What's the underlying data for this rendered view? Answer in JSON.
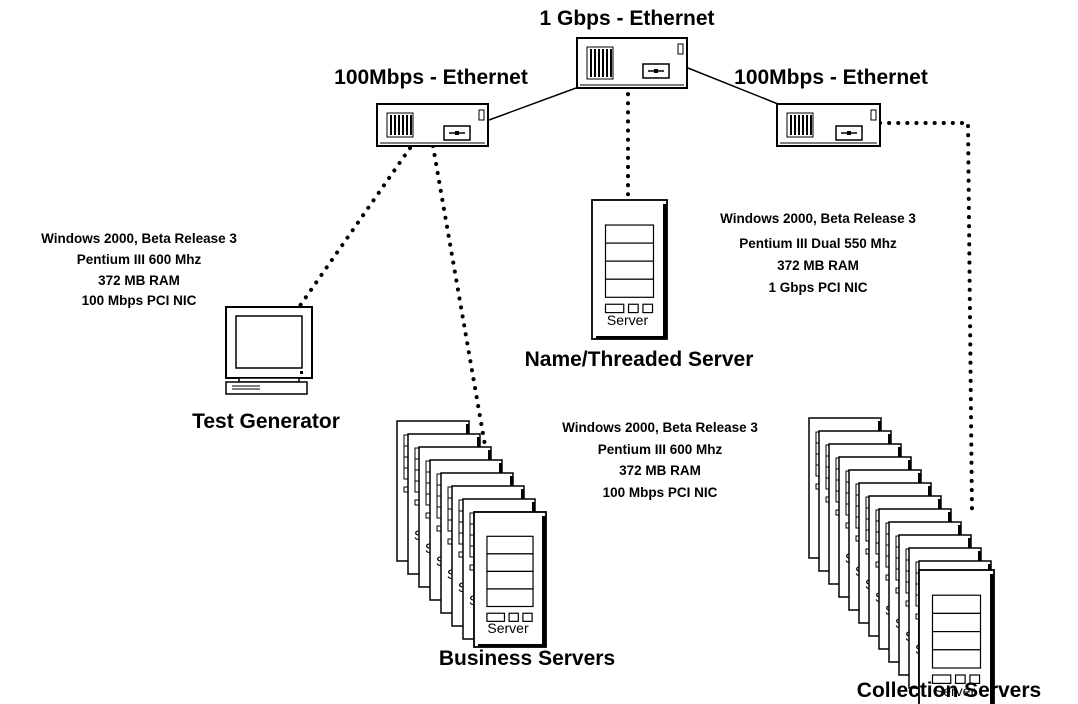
{
  "hub_labels": {
    "center": "1 Gbps - Ethernet",
    "left": "100Mbps - Ethernet",
    "right": "100Mbps - Ethernet"
  },
  "device_labels": {
    "test_generator": "Test Generator",
    "name_server": "Name/Threaded Server",
    "business_servers": "Business Servers",
    "collection_servers": "Collection Servers",
    "server_text": "Server",
    "stack_partial_letter": "S"
  },
  "specs": {
    "test_generator": [
      "Windows 2000, Beta Release 3",
      "Pentium III 600 Mhz",
      "372 MB RAM",
      "100 Mbps PCI NIC"
    ],
    "name_server": [
      "Windows 2000, Beta Release 3",
      "Pentium III Dual 550 Mhz",
      "372 MB RAM",
      "1 Gbps PCI NIC"
    ],
    "business_servers": [
      "Windows 2000, Beta Release 3",
      "Pentium III 600 Mhz",
      "372 MB RAM",
      "100 Mbps PCI NIC"
    ]
  }
}
